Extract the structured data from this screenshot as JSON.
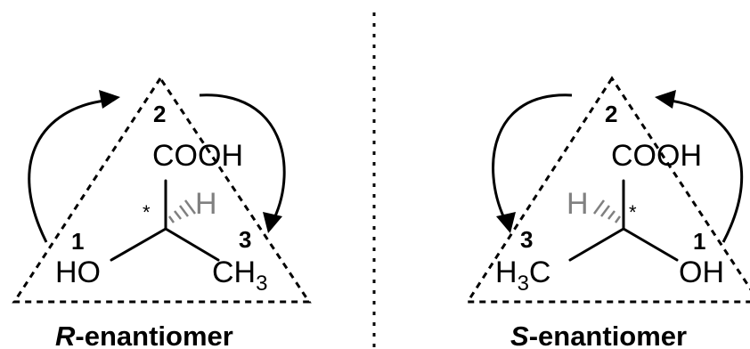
{
  "divider": true,
  "left": {
    "caption_prefix": "R",
    "caption_suffix": "-enantiomer",
    "top_group": "COOH",
    "left_group": "HO",
    "right_group_main": "CH",
    "right_group_sub": "3",
    "hydrogen": "H",
    "stereocenter_mark": "*",
    "rank_top": "2",
    "rank_left": "1",
    "rank_right": "3"
  },
  "right": {
    "caption_prefix": "S",
    "caption_suffix": "-enantiomer",
    "top_group": "COOH",
    "left_group_main": "H",
    "left_group_sub": "3",
    "left_group_end": "C",
    "right_group": "OH",
    "hydrogen": "H",
    "stereocenter_mark": "*",
    "rank_top": "2",
    "rank_left": "3",
    "rank_right": "1"
  }
}
